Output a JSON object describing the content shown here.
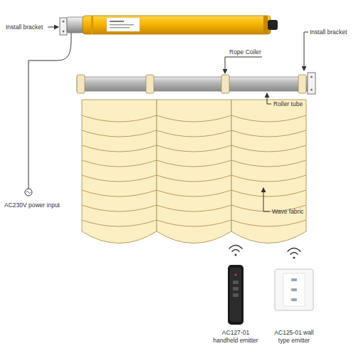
{
  "diagram": {
    "labels": [
      "Install bracket",
      "Install bracket",
      "Rope Coiler",
      "Roller tube",
      "Wave fabric",
      "AC230V power input",
      "AC127-01 handheld emitter",
      "AC125-01 wall type emitter"
    ]
  }
}
